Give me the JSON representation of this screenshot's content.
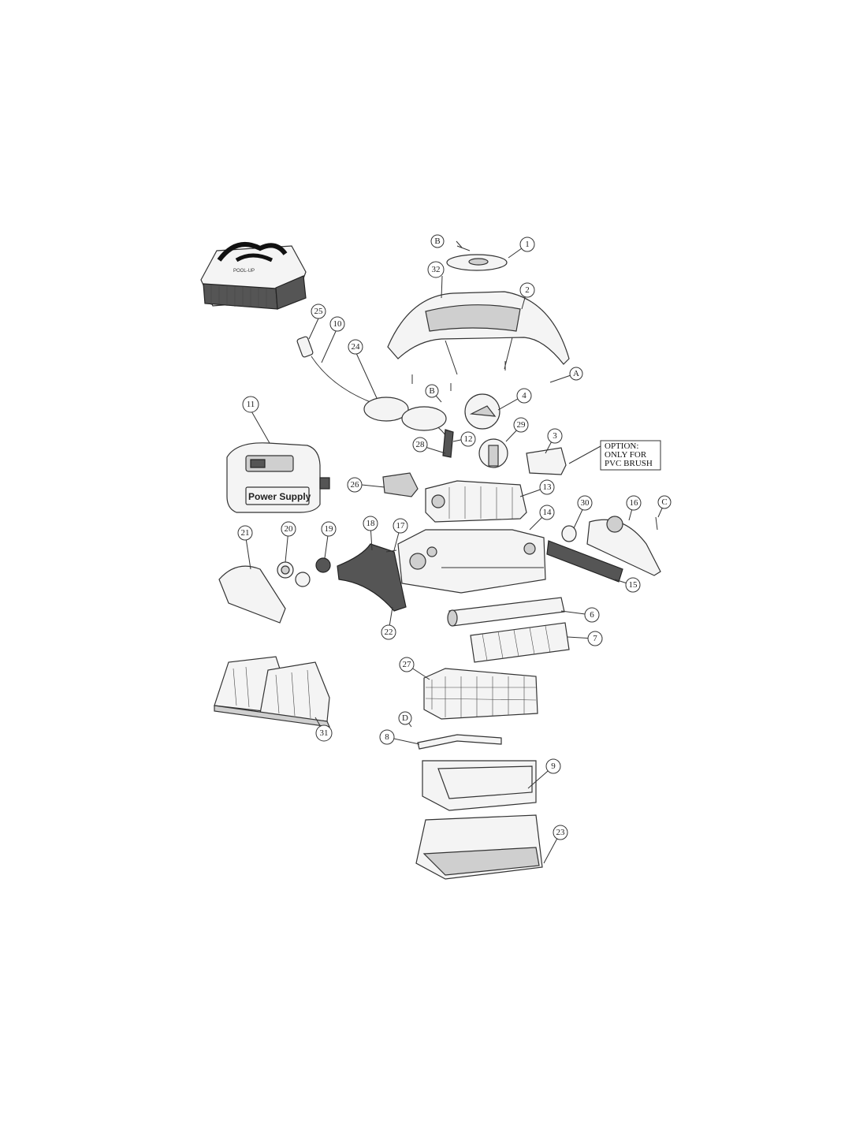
{
  "callouts": {
    "c1": "1",
    "c2": "2",
    "c3": "3",
    "c4": "4",
    "c6": "6",
    "c7": "7",
    "c8": "8",
    "c9": "9",
    "c10": "10",
    "c11": "11",
    "c12": "12",
    "c13": "13",
    "c14": "14",
    "c15": "15",
    "c16": "16",
    "c17": "17",
    "c18": "18",
    "c19": "19",
    "c20": "20",
    "c21": "21",
    "c22": "22",
    "c23": "23",
    "c24": "24",
    "c25": "25",
    "c26": "26",
    "c27": "27",
    "c28": "28",
    "c29": "29",
    "c30": "30",
    "c31": "31",
    "c32": "32",
    "cA": "A",
    "cB1": "B",
    "cB2": "B",
    "cC": "C",
    "cD": "D"
  },
  "option_note": {
    "line1": "OPTION:",
    "line2": "ONLY FOR",
    "line3": "PVC BRUSH"
  },
  "power_supply_label": "Power Supply",
  "robot_logo": "POOL-UP"
}
